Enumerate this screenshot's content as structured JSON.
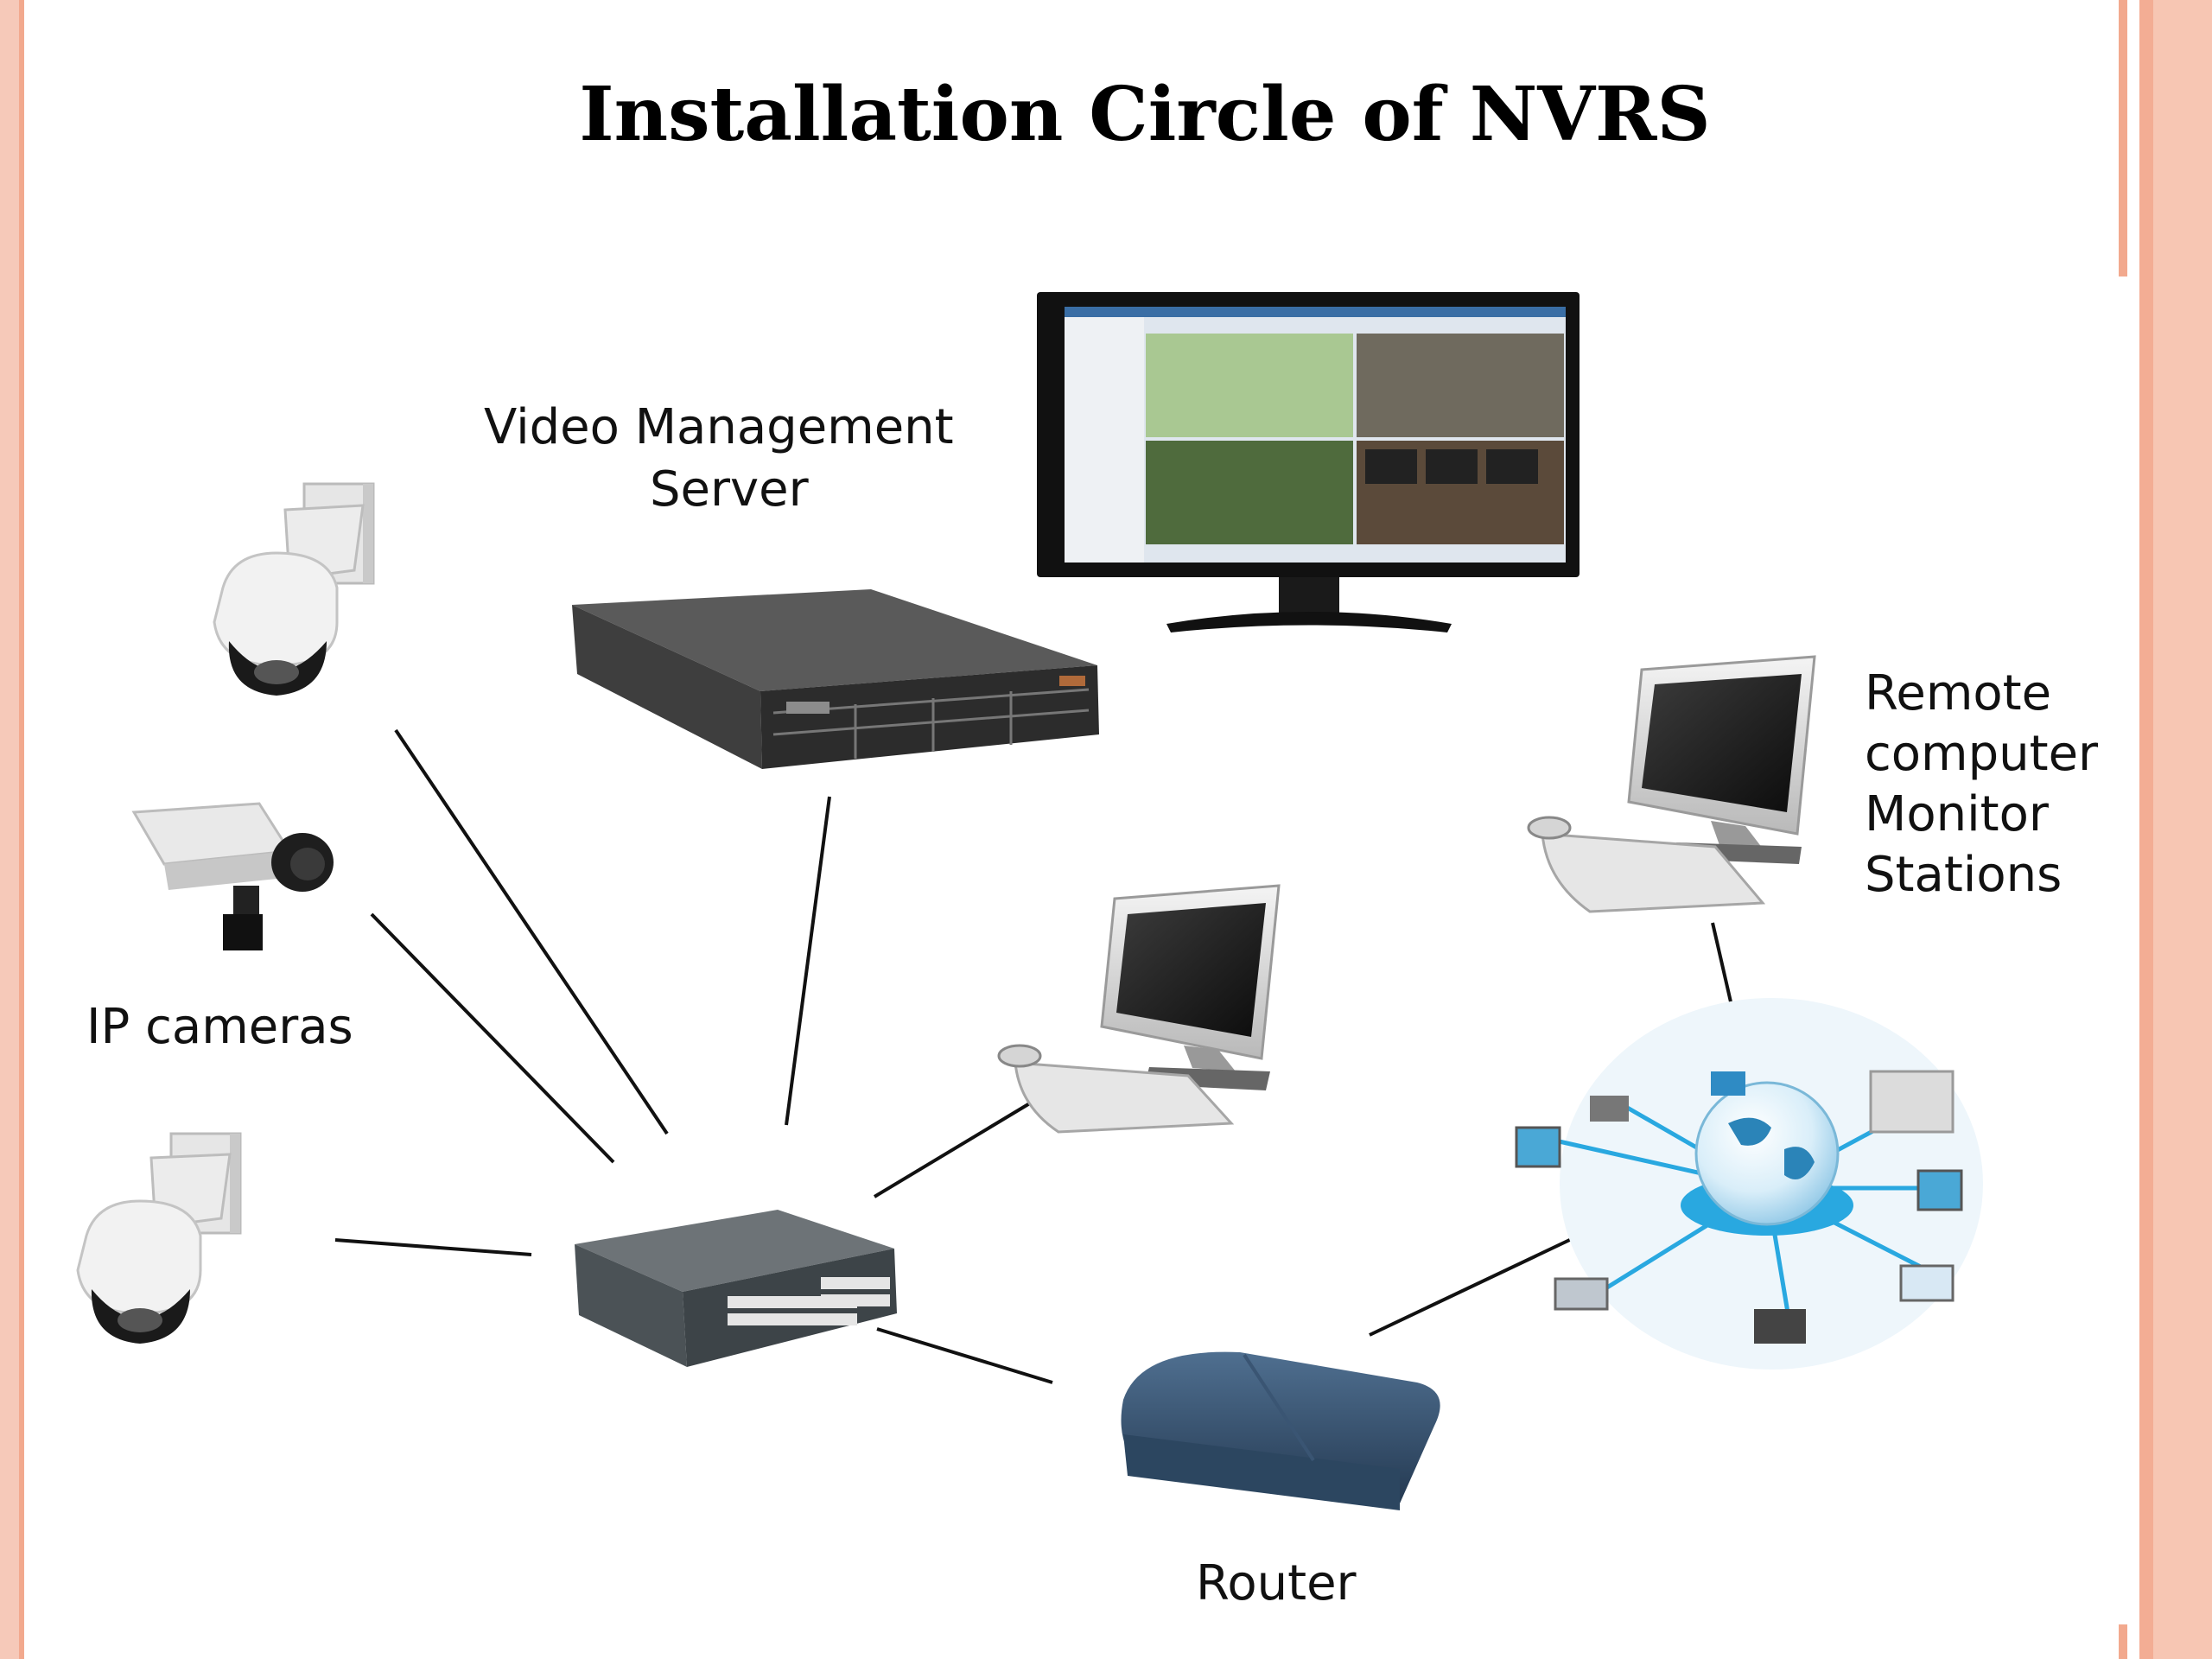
{
  "slide": {
    "title": "Installation Circle of NVRS",
    "labels": {
      "vms_line1": "Video Management",
      "vms_line2": "Server",
      "ip_cameras": "IP cameras",
      "remote_line1": "Remote",
      "remote_line2": "computer",
      "remote_line3": "Monitor",
      "remote_line4": "Stations",
      "router": "Router"
    },
    "colors": {
      "frame_accent": "#f4a88f",
      "frame_light": "#f8d1c4",
      "network_blue": "#29a8e0"
    }
  }
}
